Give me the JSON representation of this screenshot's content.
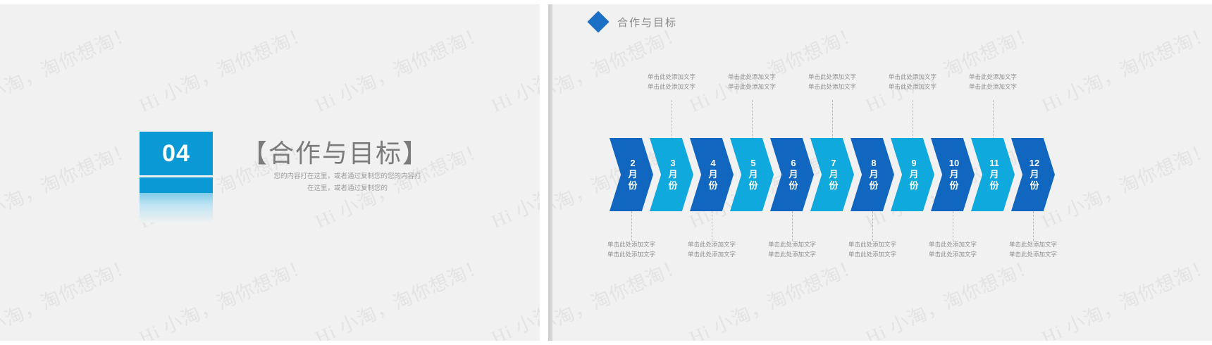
{
  "left_slide": {
    "number": "04",
    "title": "【合作与目标】",
    "subtitle_line1": "您的内容打在这里，或者通过复制您的您的内容打",
    "subtitle_line2": "在这里，或者通过复制您的",
    "accent_color": "#0b99d6"
  },
  "right_slide": {
    "header": {
      "icon": "diamond-bullet",
      "title": "合作与目标",
      "icon_color": "#1b6fc4"
    },
    "colors": {
      "chevron_dark": "#1167c0",
      "chevron_light": "#0fa9dd",
      "caption_text": "#8f8f8f",
      "connector_line": "#b9b9b9"
    },
    "timeline": {
      "steps": [
        {
          "number": "2",
          "unit_line1": "月",
          "unit_line2": "份",
          "tone": "dark"
        },
        {
          "number": "3",
          "unit_line1": "月",
          "unit_line2": "份",
          "tone": "light"
        },
        {
          "number": "4",
          "unit_line1": "月",
          "unit_line2": "份",
          "tone": "dark"
        },
        {
          "number": "5",
          "unit_line1": "月",
          "unit_line2": "份",
          "tone": "light"
        },
        {
          "number": "6",
          "unit_line1": "月",
          "unit_line2": "份",
          "tone": "dark"
        },
        {
          "number": "7",
          "unit_line1": "月",
          "unit_line2": "份",
          "tone": "light"
        },
        {
          "number": "8",
          "unit_line1": "月",
          "unit_line2": "份",
          "tone": "dark"
        },
        {
          "number": "9",
          "unit_line1": "月",
          "unit_line2": "份",
          "tone": "light"
        },
        {
          "number": "10",
          "unit_line1": "月",
          "unit_line2": "份",
          "tone": "dark"
        },
        {
          "number": "11",
          "unit_line1": "月",
          "unit_line2": "份",
          "tone": "light"
        },
        {
          "number": "12",
          "unit_line1": "月",
          "unit_line2": "份",
          "tone": "dark"
        }
      ]
    },
    "captions_top": [
      {
        "line1": "单击此处添加文字",
        "line2": "单击此处添加文字"
      },
      {
        "line1": "单击此处添加文字",
        "line2": "单击此处添加文字"
      },
      {
        "line1": "单击此处添加文字",
        "line2": "单击此处添加文字"
      },
      {
        "line1": "单击此处添加文字",
        "line2": "单击此处添加文字"
      },
      {
        "line1": "单击此处添加文字",
        "line2": "单击此处添加文字"
      }
    ],
    "captions_bottom": [
      {
        "line1": "单击此处添加文字",
        "line2": "单击此处添加文字"
      },
      {
        "line1": "单击此处添加文字",
        "line2": "单击此处添加文字"
      },
      {
        "line1": "单击此处添加文字",
        "line2": "单击此处添加文字"
      },
      {
        "line1": "单击此处添加文字",
        "line2": "单击此处添加文字"
      },
      {
        "line1": "单击此处添加文字",
        "line2": "单击此处添加文字"
      },
      {
        "line1": "单击此处添加文字",
        "line2": "单击此处添加文字"
      }
    ]
  },
  "watermark": {
    "text": "Hi 小淘，淘你想淘！"
  }
}
